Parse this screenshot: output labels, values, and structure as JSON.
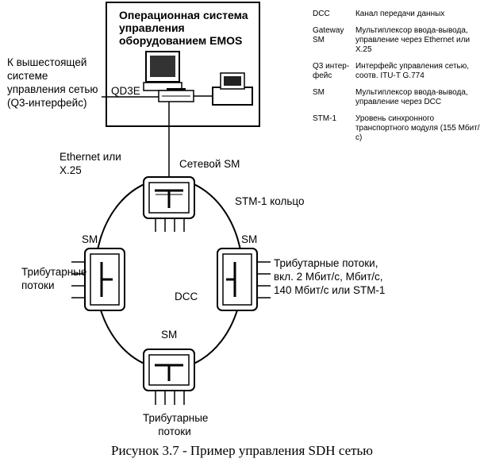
{
  "ems": {
    "title": "Операционная система управления оборудованием EMOS",
    "qd3e": "QD3E"
  },
  "labels": {
    "upper_system": "К вышестоящей системе управления сетью (Q3-интерфейс)",
    "ethernet": "Ethernet или X.25",
    "network_sm": "Сетевой SM",
    "stm_ring": "STM-1 кольцо",
    "sm_left": "SM",
    "sm_right": "SM",
    "sm_bottom": "SM",
    "dcc": "DCC",
    "tributary_left": "Трибутарные потоки",
    "tributary_right": "Трибутарные потоки, вкл. 2 Мбит/с, Мбит/с, 140 Мбит/с или STM-1",
    "tributary_bottom": "Трибутарные потоки"
  },
  "legend": [
    {
      "term": "DCC",
      "definition": "Канал передачи данных"
    },
    {
      "term": "Gateway SM",
      "definition": "Мультиплексор ввода-вывода, управление через Ethernet или X.25"
    },
    {
      "term": "Q3 интер-фейс",
      "definition": "Интерфейс управления сетью, соотв. ITU-T G.774"
    },
    {
      "term": "SM",
      "definition": "Мультиплексор ввода-вывода, управление через DCC"
    },
    {
      "term": "STM-1",
      "definition": "Уровень синхронного транспортного модуля (155 Мбит/с)"
    }
  ],
  "caption": "Рисунок 3.7 - Пример управления SDH сетью"
}
